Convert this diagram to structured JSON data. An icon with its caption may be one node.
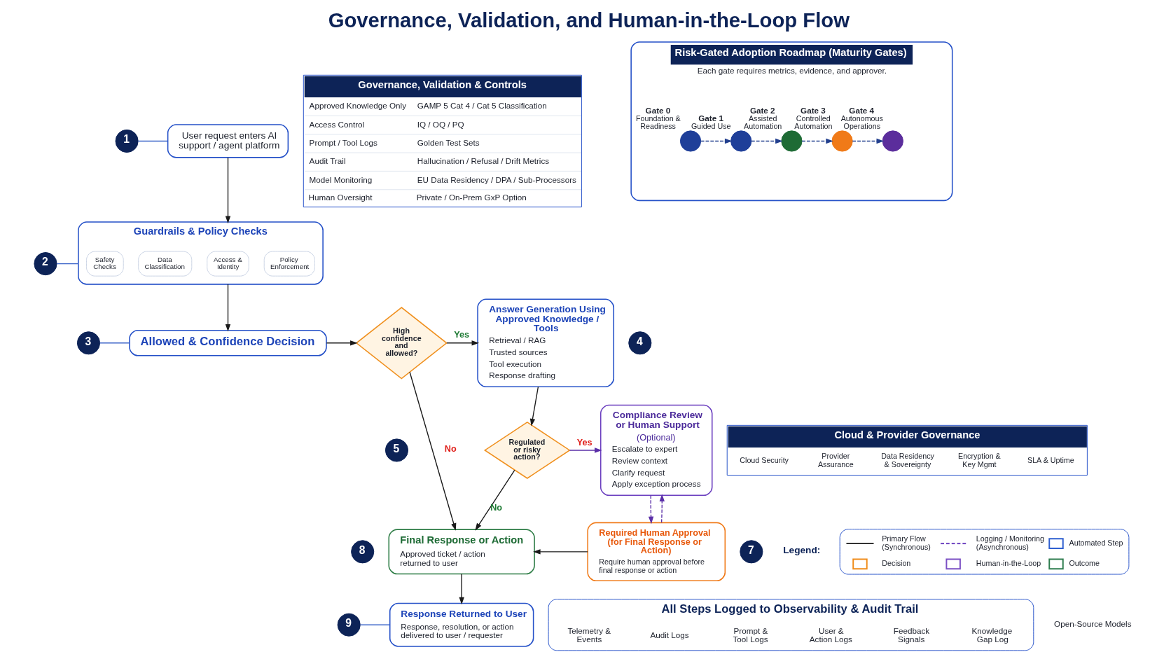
{
  "diagram": {
    "title": "Governance, Validation, and Human-in-the-Loop Flow",
    "nodes": [
      {
        "text": [
          "1"
        ]
      },
      {
        "text": [
          "User request enters AI support / agent platform"
        ]
      },
      {
        "text": [
          "2"
        ]
      },
      {
        "text": [
          "Guardrails & Policy Checks"
        ]
      },
      {
        "text": [
          "Safety Checks"
        ],
        "in": 3
      },
      {
        "text": [
          "Data Classification"
        ],
        "in": 3
      },
      {
        "text": [
          "Access & Identity"
        ],
        "in": 3
      },
      {
        "text": [
          "Policy Enforcement"
        ],
        "in": 3
      },
      {
        "text": [
          "3"
        ]
      },
      {
        "text": [
          "Allowed & Confidence Decision"
        ]
      },
      {
        "text": [
          "High confidence and allowed?"
        ]
      },
      {
        "text": [
          "4"
        ]
      },
      {
        "text": [
          "Answer Generation Using Approved Knowledge / Tools",
          "Retrieval / RAG",
          "Trusted sources",
          "Tool execution",
          "Response drafting"
        ]
      },
      {
        "text": [
          "5"
        ]
      },
      {
        "text": [
          "Regulated or risky action?"
        ]
      },
      {
        "text": [
          "Compliance Review or Human Support",
          "(Optional)",
          "Escalate to expert",
          "Review context",
          "Clarify request",
          "Apply exception process"
        ]
      },
      {
        "text": [
          "7"
        ]
      },
      {
        "text": [
          "Required Human Approval (for Final Response or Action)",
          "Require human approval before final response or action"
        ]
      },
      {
        "text": [
          "8"
        ]
      },
      {
        "text": [
          "Final Response or Action",
          "Approved ticket / action returned to user"
        ]
      },
      {
        "text": [
          "9"
        ]
      },
      {
        "text": [
          "Response Returned to User",
          "Response, resolution, or action delivered to user / requester"
        ]
      },
      {
        "text": [
          "All Steps Logged to Observability & Audit Trail",
          "Telemetry & Events",
          "Audit Logs",
          "Prompt & Tool Logs",
          "User & Action Logs",
          "Feedback Signals",
          "Knowledge Gap Log"
        ]
      },
      {
        "text": [
          "Governance, Validation & Controls",
          "Approved Knowledge Only",
          "Access Control",
          "Prompt / Tool Logs",
          "Audit Trail",
          "Model Monitoring",
          "Human Oversight",
          "GAMP 5 Cat 4 / Cat 5 Classification",
          "IQ / OQ / PQ",
          "Golden Test Sets",
          "Hallucination / Refusal / Drift Metrics",
          "EU Data Residency / DPA / Sub-Processors",
          "Private / On-Prem GxP Option"
        ]
      },
      {
        "text": [
          "Risk-Gated Adoption Roadmap (Maturity Gates)",
          "Each gate requires metrics, evidence, and approver."
        ]
      },
      {
        "text": [],
        "shape": "circle",
        "in": 24,
        "beside": [
          "Gate 0",
          "Foundation & Readiness"
        ]
      },
      {
        "text": [],
        "shape": "circle",
        "in": 24,
        "beside": [
          "Gate 1",
          "Guided Use"
        ]
      },
      {
        "text": [],
        "shape": "circle",
        "in": 24,
        "beside": [
          "Gate 2",
          "Assisted Automation"
        ]
      },
      {
        "text": [],
        "shape": "circle",
        "in": 24,
        "beside": [
          "Gate 3",
          "Controlled Automation"
        ]
      },
      {
        "text": [],
        "shape": "circle",
        "in": 24,
        "beside": [
          "Gate 4",
          "Autonomous Operations"
        ]
      },
      {
        "text": [
          "Cloud & Provider Governance",
          "Cloud Security",
          "Provider Assurance",
          "Data Residency & Sovereignty",
          "Encryption & Key Mgmt",
          "SLA & Uptime"
        ]
      }
    ],
    "edges": [
      {
        "from": 0,
        "to": 1,
        "arrow": "none",
        "color": "#3a63c8"
      },
      {
        "from": 1,
        "to": 3,
        "arrow": "to"
      },
      {
        "from": 2,
        "to": 3,
        "arrow": "none",
        "color": "#3a63c8"
      },
      {
        "from": 3,
        "to": 9,
        "arrow": "to"
      },
      {
        "from": 8,
        "to": 9,
        "arrow": "none",
        "color": "#3a63c8"
      },
      {
        "from": 9,
        "to": 10,
        "arrow": "to"
      },
      {
        "from": 10,
        "to": 12,
        "arrow": "to",
        "label": "Yes"
      },
      {
        "from": 10,
        "to": 19,
        "arrow": "to",
        "label": "No"
      },
      {
        "from": 12,
        "to": 14,
        "arrow": "to"
      },
      {
        "from": 14,
        "to": 15,
        "arrow": "to",
        "label": "Yes",
        "color": "#5b2fa8"
      },
      {
        "from": 14,
        "to": 19,
        "arrow": "to",
        "label": "No"
      },
      {
        "from": 15,
        "to": 17,
        "arrow": "to",
        "style": "dashed",
        "color": "#5b2fa8"
      },
      {
        "from": 17,
        "to": 15,
        "arrow": "to",
        "style": "dashed",
        "color": "#5b2fa8"
      },
      {
        "from": 17,
        "to": 19,
        "arrow": "to"
      },
      {
        "from": 19,
        "to": 21,
        "arrow": "to"
      },
      {
        "from": 20,
        "to": 21,
        "arrow": "none",
        "color": "#3a63c8"
      },
      {
        "from": 25,
        "to": 26,
        "arrow": "to",
        "style": "dashed",
        "color": "#23408e"
      },
      {
        "from": 26,
        "to": 27,
        "arrow": "to",
        "style": "dashed",
        "color": "#23408e"
      },
      {
        "from": 27,
        "to": 28,
        "arrow": "to",
        "style": "dashed",
        "color": "#23408e"
      },
      {
        "from": 28,
        "to": 29,
        "arrow": "to",
        "style": "dashed",
        "color": "#23408e"
      }
    ],
    "labels": [
      "Legend:",
      "Open-Source Models"
    ],
    "legend": [
      {
        "text": "Primary Flow (Synchronous)"
      },
      {
        "text": "Logging / Monitoring (Asynchronous)"
      },
      {
        "text": "Automated Step",
        "color": "#2f5fd0"
      },
      {
        "text": "Decision",
        "color": "#f08c1a"
      },
      {
        "text": "Human-in-the-Loop",
        "color": "#7b4fc4"
      },
      {
        "text": "Outcome",
        "color": "#2e7d4f"
      }
    ]
  }
}
